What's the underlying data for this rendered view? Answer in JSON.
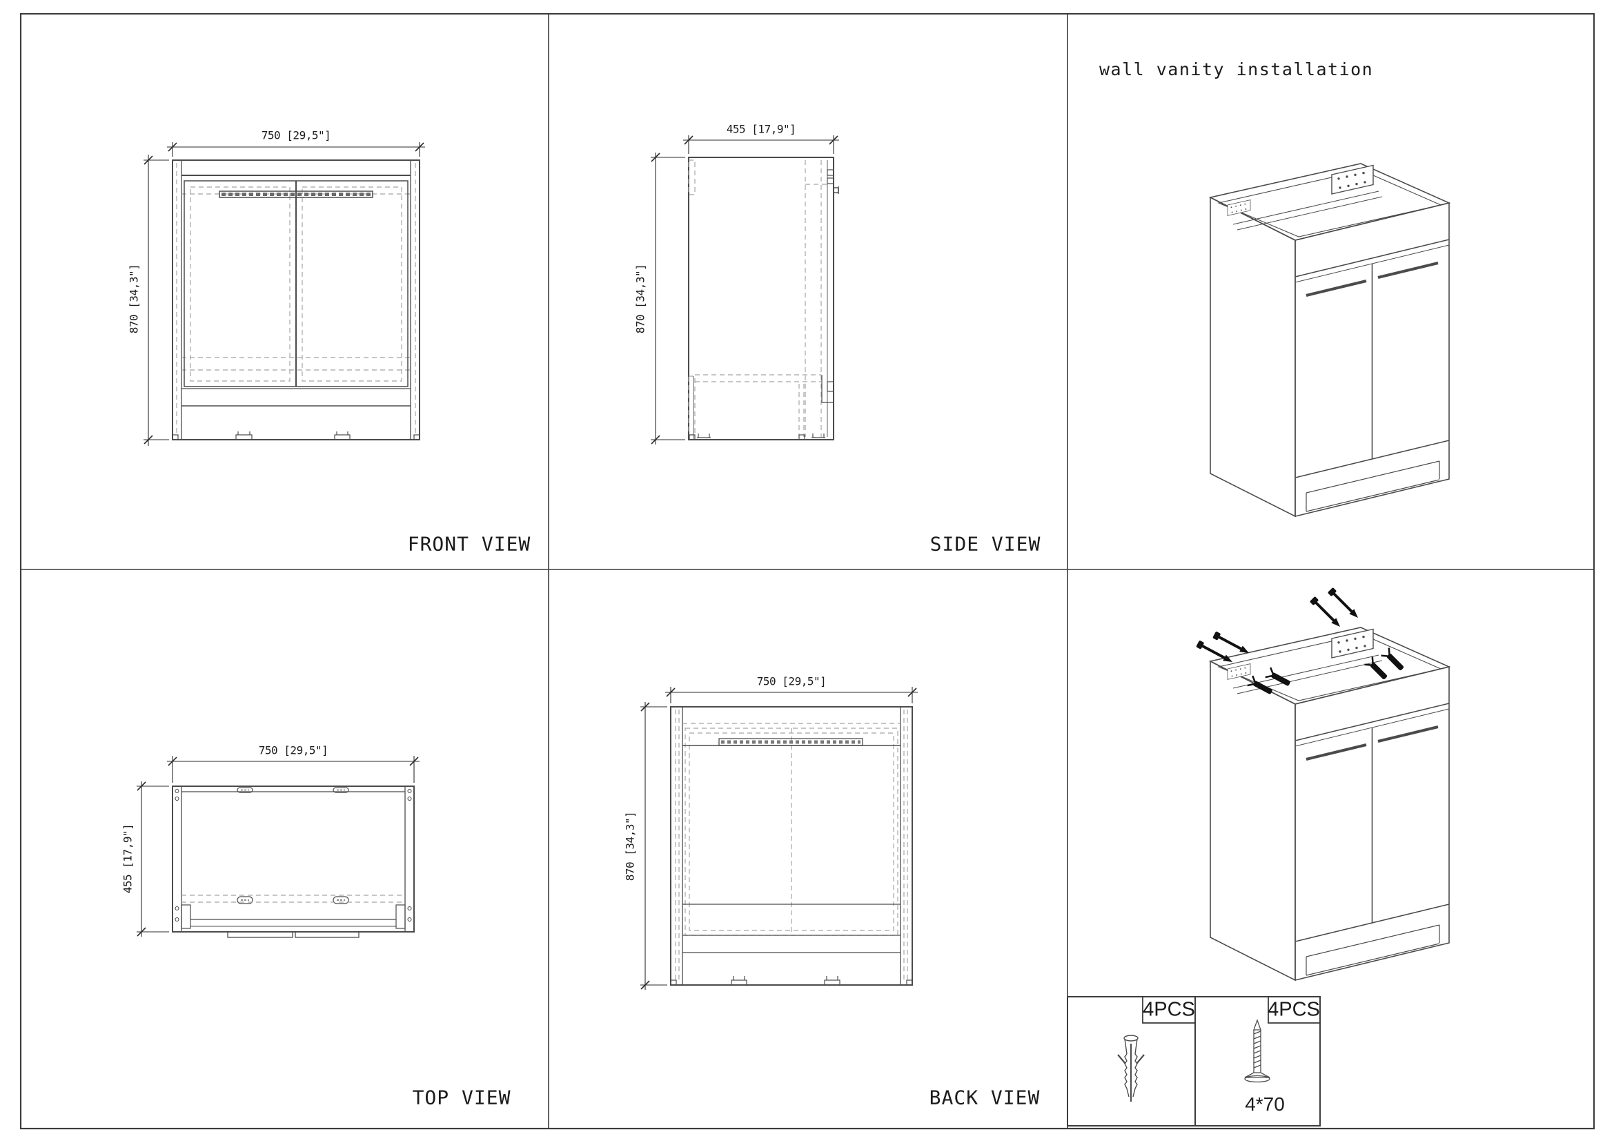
{
  "document": {
    "type": "vanity cabinet installation drawing",
    "background": "#ffffff"
  },
  "views": {
    "front": {
      "label": "FRONT VIEW",
      "width_dim": "750 [29,5\"]",
      "height_dim": "870 [34,3\"]"
    },
    "side": {
      "label": "SIDE VIEW",
      "width_dim": "455 [17,9\"]",
      "height_dim": "870 [34,3\"]"
    },
    "top": {
      "label": "TOP VIEW",
      "width_dim": "750 [29,5\"]",
      "height_dim": "455 [17,9\"]"
    },
    "back": {
      "label": "BACK VIEW",
      "width_dim": "750 [29,5\"]",
      "height_dim": "870 [34,3\"]"
    },
    "install": {
      "title": "wall vanity installation"
    }
  },
  "parts": {
    "anchor": {
      "qty": "4PCS",
      "icon": "wall-anchor-icon"
    },
    "screw": {
      "qty": "4PCS",
      "size": "4*70",
      "icon": "screw-icon"
    }
  },
  "colors": {
    "grid_line": "#3c3c3c",
    "drawing_line": "#4b4b4b",
    "hidden_line": "#a5a5a5",
    "dimension_line": "#2b2b2b",
    "text": "#1c1c1c",
    "hardware_fill": "#111111"
  }
}
